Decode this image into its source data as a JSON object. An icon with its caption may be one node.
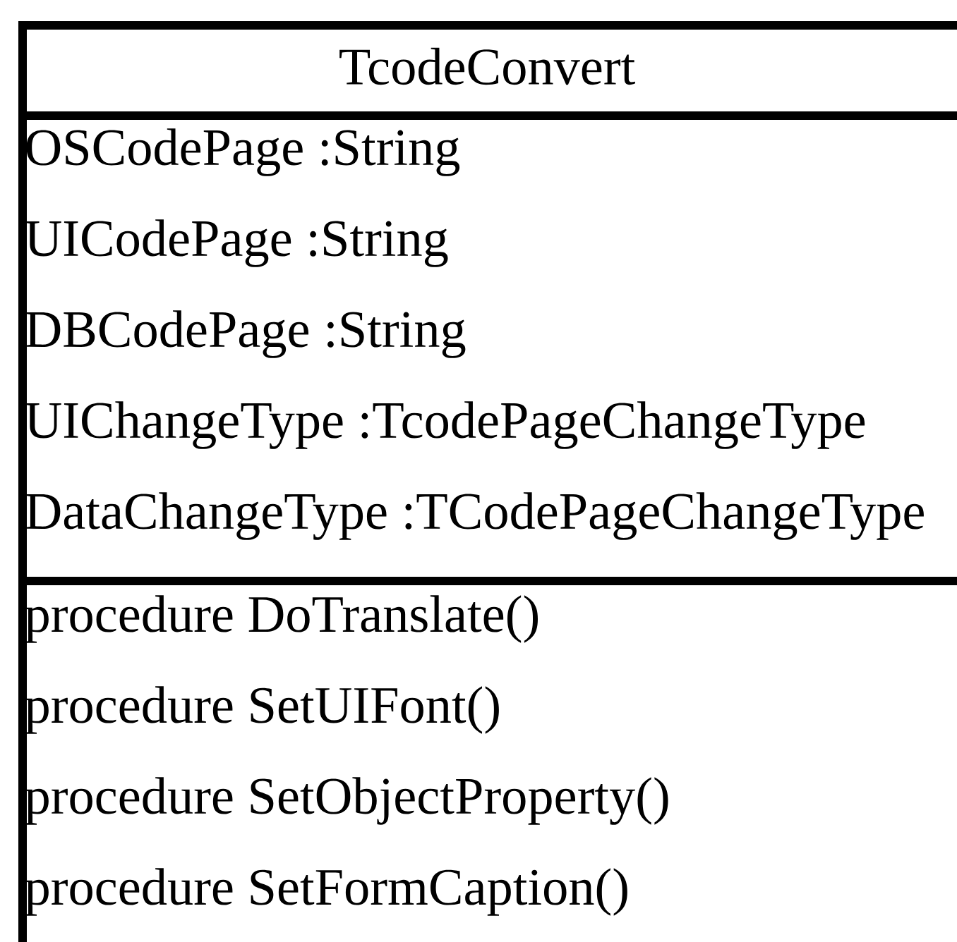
{
  "diagram": {
    "nodes": [
      {
        "text": [
          "TcodeConvert"
        ]
      },
      {
        "text": [
          "OSCodePage :String",
          "UICodePage :String",
          "DBCodePage :String",
          "UIChangeType :TcodePageChangeType",
          "DataChangeType :TCodePageChangeType"
        ],
        "in": 0
      },
      {
        "text": [
          "procedure DoTranslate()",
          "procedure SetUIFont()",
          "procedure SetObjectProperty()",
          "procedure SetFormCaption()"
        ],
        "in": 0
      }
    ]
  }
}
